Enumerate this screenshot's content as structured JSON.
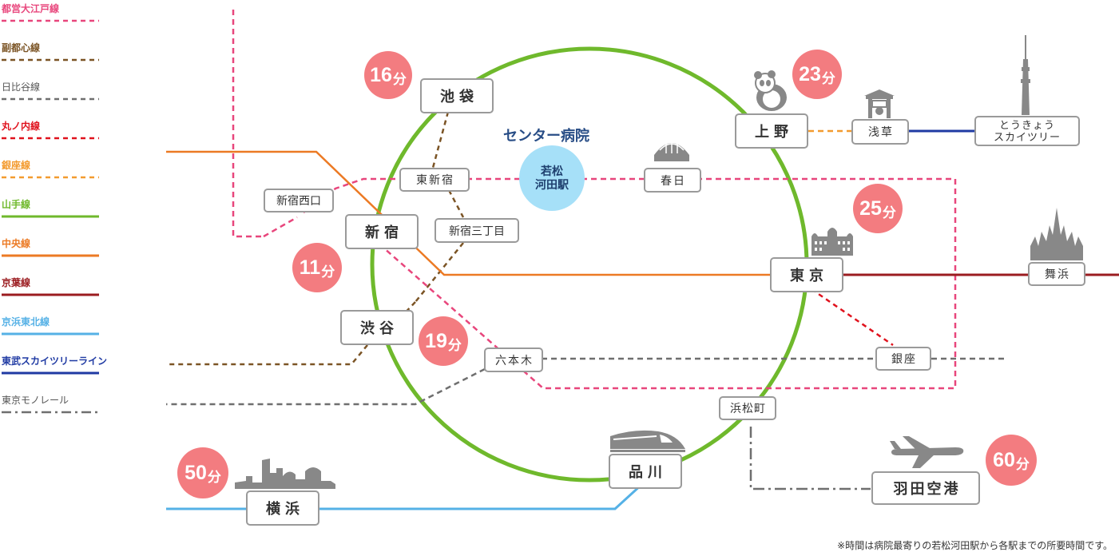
{
  "legend": [
    {
      "label": "都営大江戸線",
      "color": "#e8467c",
      "dash": "dash"
    },
    {
      "label": "副都心線",
      "color": "#7b5425",
      "dash": "dash"
    },
    {
      "label": "日比谷線",
      "color": "#6f6f6f",
      "dash": "dash"
    },
    {
      "label": "丸ノ内線",
      "color": "#e0121d",
      "dash": "dash"
    },
    {
      "label": "銀座線",
      "color": "#f39b2f",
      "dash": "dash"
    },
    {
      "label": "山手線",
      "color": "#6fb92c",
      "dash": "solid"
    },
    {
      "label": "中央線",
      "color": "#ec7a24",
      "dash": "solid"
    },
    {
      "label": "京葉線",
      "color": "#9b1c20",
      "dash": "solid"
    },
    {
      "label": "京浜東北線",
      "color": "#55b1e6",
      "dash": "solid"
    },
    {
      "label": "東武スカイツリーライン",
      "color": "#1f3aa3",
      "dash": "solid"
    },
    {
      "label": "東京モノレール",
      "color": "#6f6f6f",
      "dash": "dashdot"
    }
  ],
  "center": {
    "title": "センター病院",
    "station_line1": "若松",
    "station_line2": "河田駅"
  },
  "stations": {
    "ikebukuro": "池袋",
    "ueno": "上野",
    "asakusa": "浅草",
    "skytree_line1": "とうきょう",
    "skytree_line2": "スカイツリー",
    "higashi_shinjuku": "東新宿",
    "kasuga": "春日",
    "shinjuku_nishiguchi": "新宿西口",
    "shinjuku": "新宿",
    "shinjuku_sanchome": "新宿三丁目",
    "tokyo": "東京",
    "maihama": "舞浜",
    "shibuya": "渋谷",
    "roppongi": "六本木",
    "ginza": "銀座",
    "hamamatsucho": "浜松町",
    "shinagawa": "品川",
    "yokohama": "横浜",
    "haneda": "羽田空港"
  },
  "times": {
    "ikebukuro": {
      "value": "16",
      "unit": "分"
    },
    "ueno": {
      "value": "23",
      "unit": "分"
    },
    "tokyo": {
      "value": "25",
      "unit": "分"
    },
    "shinjuku": {
      "value": "11",
      "unit": "分"
    },
    "shibuya": {
      "value": "19",
      "unit": "分"
    },
    "yokohama": {
      "value": "50",
      "unit": "分"
    },
    "haneda": {
      "value": "60",
      "unit": "分"
    }
  },
  "landmarks": [
    "panda-icon",
    "kaminarimon-gate-icon",
    "skytree-tower-icon",
    "tokyo-dome-icon",
    "tokyo-station-building-icon",
    "castle-icon",
    "shinkansen-train-icon",
    "yokohama-skyline-icon",
    "airplane-icon"
  ],
  "footnote": "※時間は病院最寄りの若松河田駅から各駅までの所要時間です。"
}
